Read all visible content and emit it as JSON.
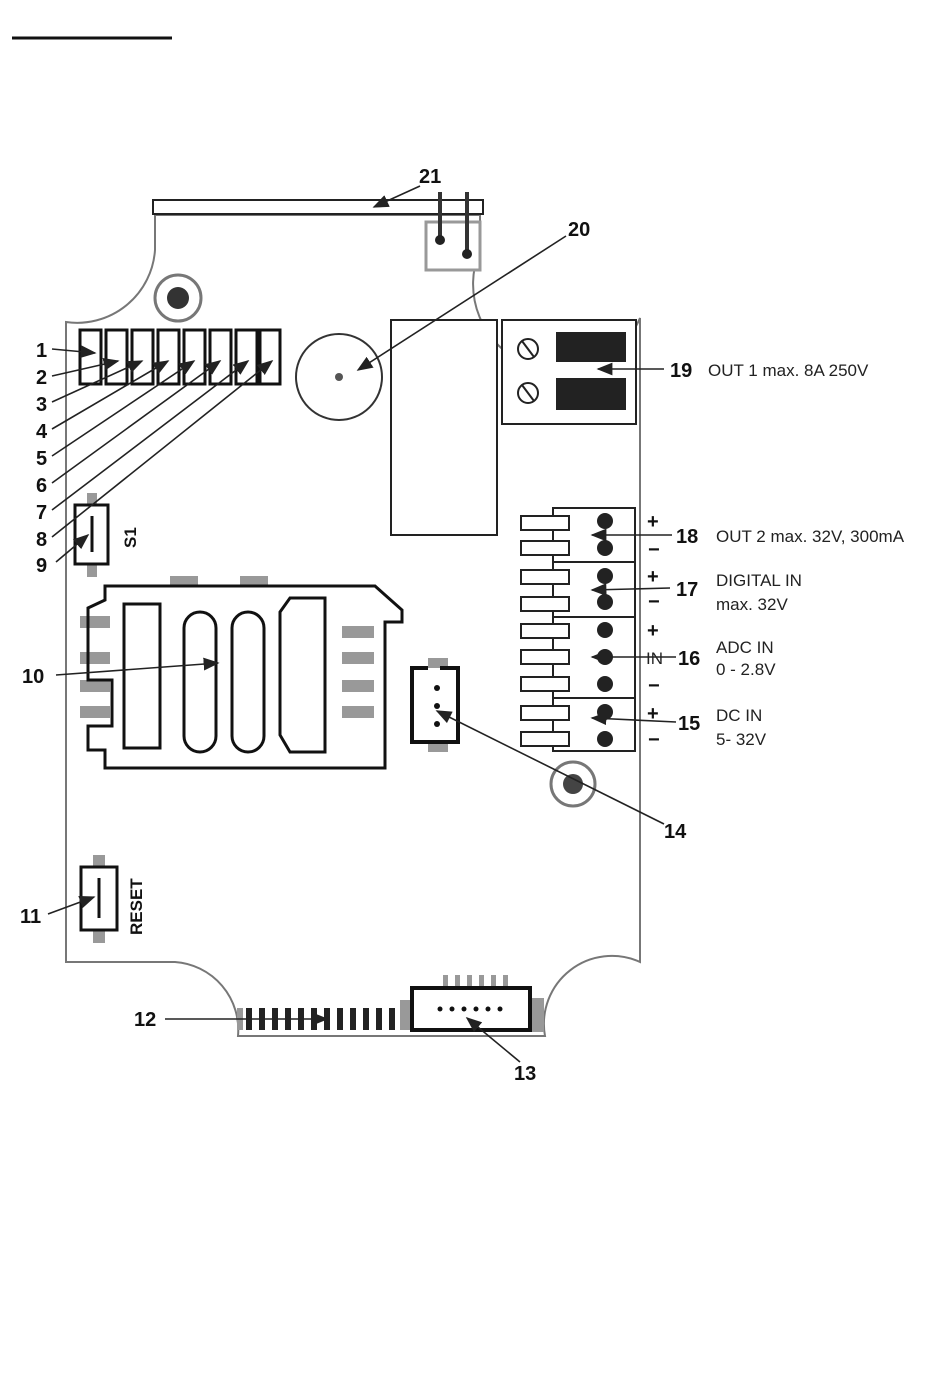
{
  "callouts": [
    "1",
    "2",
    "3",
    "4",
    "5",
    "6",
    "7",
    "8",
    "9",
    "10",
    "11",
    "12",
    "13",
    "14",
    "15",
    "16",
    "17",
    "18",
    "19",
    "20",
    "21"
  ],
  "labels": {
    "out1": "OUT 1 max. 8A 250V",
    "out2": "OUT 2 max. 32V, 300mA",
    "digital_in_1": "DIGITAL IN",
    "digital_in_2": "max. 32V",
    "adc_in_1": "ADC IN",
    "adc_in_2": "0 - 2.8V",
    "dc_in_1": "DC IN",
    "dc_in_2": "5- 32V",
    "s1": "S1",
    "reset": "RESET",
    "in_pin": "IN"
  },
  "signs": {
    "plus": "+",
    "minus": "−"
  },
  "colors": {
    "line": "#222222",
    "pad": "#999999",
    "board_edge": "#777777"
  }
}
